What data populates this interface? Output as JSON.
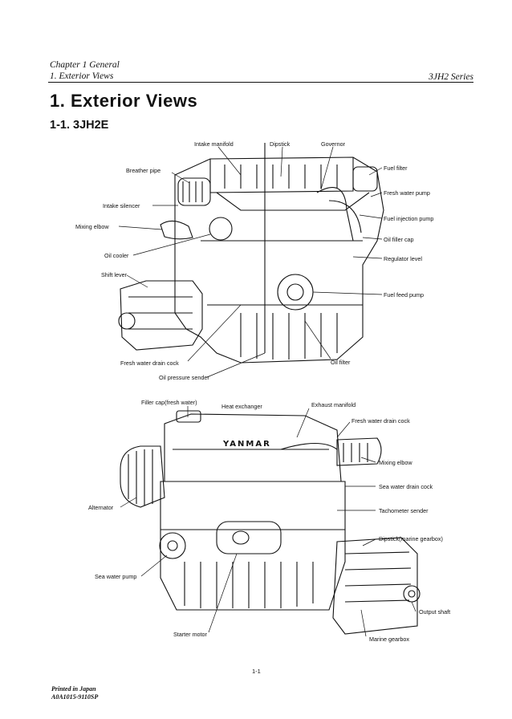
{
  "header": {
    "chapter": "Chapter 1 General",
    "section": "1. Exterior Views",
    "series": "3JH2 Series"
  },
  "title": "1. Exterior Views",
  "subtitle": "1-1. 3JH2E",
  "figure1": {
    "labels": {
      "intake_manifold": "Intake manifold",
      "dipstick": "Dipstick",
      "governor": "Governor",
      "breather_pipe": "Breather pipe",
      "fuel_filter": "Fuel filter",
      "fresh_water_pump": "Fresh water pump",
      "intake_silencer": "Intake silencer",
      "fuel_injection_pump": "Fuel injection pump",
      "mixing_elbow": "Mixing elbow",
      "oil_filler_cap": "Oil filler cap",
      "oil_cooler": "Oil cooler",
      "regulator_level": "Regulator level",
      "shift_lever": "Shift lever",
      "fuel_feed_pump": "Fuel feed pump",
      "fresh_water_drain_cock": "Fresh water drain cock",
      "oil_filter": "Oil filter",
      "oil_pressure_sender": "Oil pressure sender"
    }
  },
  "figure2": {
    "brand": "YANMAR",
    "labels": {
      "filler_cap": "Filler cap(fresh water)",
      "heat_exchanger": "Heat exchanger",
      "exhaust_manifold": "Exhaust manifold",
      "fresh_water_drain_cock": "Fresh water drain cock",
      "mixing_elbow": "Mixing elbow",
      "sea_water_drain_cock": "Sea water drain cock",
      "alternator": "Alternator",
      "tachometer_sender": "Tachometer sender",
      "dipstick_marine": "Dipstick(marine gearbox)",
      "sea_water_pump": "Sea water pump",
      "output_shaft": "Output shaft",
      "starter_motor": "Starter motor",
      "marine_gearbox": "Marine gearbox"
    }
  },
  "footer": {
    "page_number": "1-1",
    "printed": "Printed in Japan",
    "code": "A0A1015-9110SP"
  }
}
